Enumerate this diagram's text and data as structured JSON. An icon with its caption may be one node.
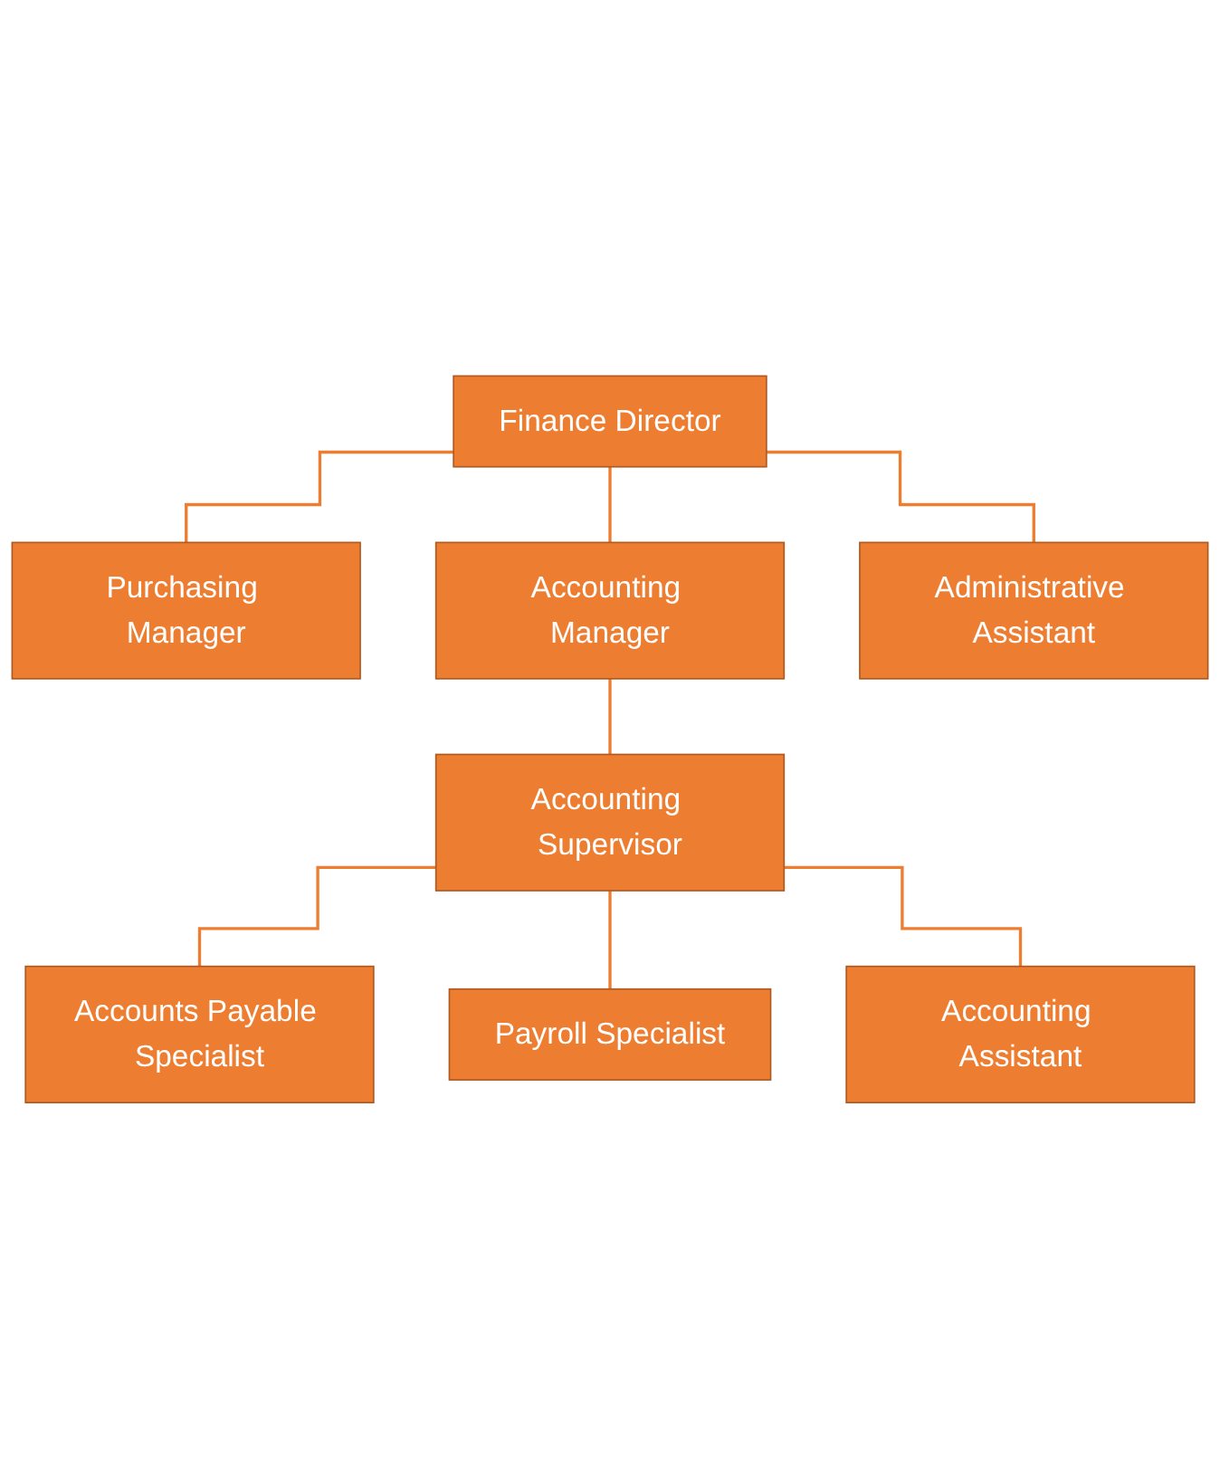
{
  "diagram": {
    "nodes": [
      {
        "text": [
          "Finance Director"
        ]
      },
      {
        "text": [
          "Purchasing Manager"
        ]
      },
      {
        "text": [
          "Accounting Manager"
        ]
      },
      {
        "text": [
          "Administrative Assistant"
        ]
      },
      {
        "text": [
          "Accounting Supervisor"
        ]
      },
      {
        "text": [
          "Accounts Payable Specialist"
        ]
      },
      {
        "text": [
          "Payroll Specialist"
        ]
      },
      {
        "text": [
          "Accounting Assistant"
        ]
      }
    ],
    "edges": [
      {
        "from": 0,
        "to": 1,
        "arrow": "none"
      },
      {
        "from": 0,
        "to": 2,
        "arrow": "none"
      },
      {
        "from": 0,
        "to": 3,
        "arrow": "none"
      },
      {
        "from": 2,
        "to": 4,
        "arrow": "none"
      },
      {
        "from": 4,
        "to": 5,
        "arrow": "none"
      },
      {
        "from": 4,
        "to": 6,
        "arrow": "none"
      },
      {
        "from": 4,
        "to": 7,
        "arrow": "none"
      }
    ]
  }
}
